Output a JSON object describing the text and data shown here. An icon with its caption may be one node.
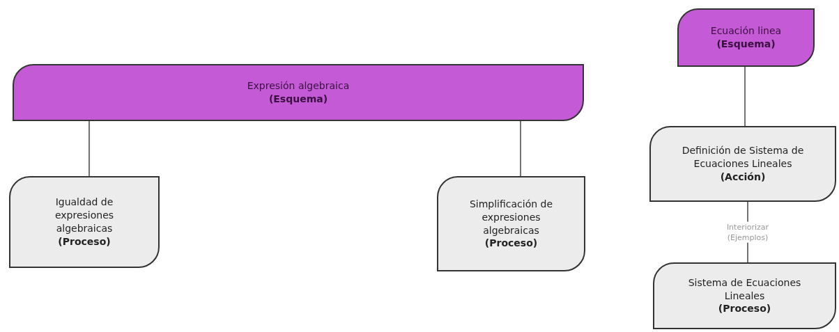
{
  "diagram": {
    "nodes": [
      {
        "text": [
          "Expresión algebraica",
          "(Esquema)"
        ]
      },
      {
        "text": [
          "Igualdad de expresiones algebraicas",
          "(Proceso)"
        ]
      },
      {
        "text": [
          "Simplificación de expresiones algebraicas",
          "(Proceso)"
        ]
      },
      {
        "text": [
          "Ecuación linea",
          "(Esquema)"
        ]
      },
      {
        "text": [
          "Definición de Sistema de Ecuaciones Lineales",
          "(Acción)"
        ]
      },
      {
        "text": [
          "Sistema de Ecuaciones Lineales",
          "(Proceso)"
        ]
      }
    ],
    "edges": [
      {
        "from": 0,
        "to": 1,
        "arrow": "none"
      },
      {
        "from": 0,
        "to": 2,
        "arrow": "none"
      },
      {
        "from": 3,
        "to": 4,
        "arrow": "none"
      },
      {
        "from": 4,
        "to": 5,
        "arrow": "none",
        "label": "Interiorizar (Ejemplos)"
      }
    ]
  }
}
